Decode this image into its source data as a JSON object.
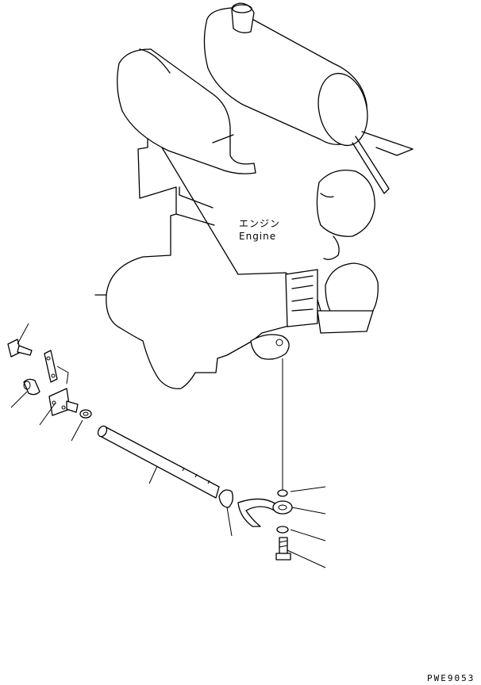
{
  "engine_label_jp": "エンジン",
  "engine_label_en": "Engine",
  "drawing_code": "PWE9053"
}
